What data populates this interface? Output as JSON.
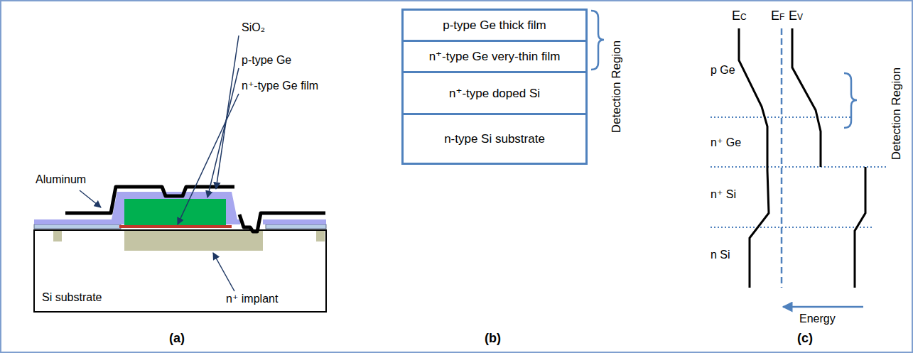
{
  "diagram": {
    "nodes": [
      {
        "text": [
          "Si substrate"
        ]
      },
      {
        "text": [
          "p-type Ge thick film"
        ]
      },
      {
        "text": [
          "n⁺-type Ge very-thin film"
        ]
      },
      {
        "text": [
          "n⁺-type doped  Si"
        ]
      },
      {
        "text": [
          "n-type Si substrate"
        ]
      }
    ],
    "labels": [
      "SiO₂",
      "p-type Ge",
      "n⁺-type Ge film",
      "Aluminum",
      "n⁺ implant",
      "(a)",
      "Detection Region",
      "(b)",
      "EC",
      "EF",
      "EV",
      "p Ge",
      "n⁺ Ge",
      "n⁺ Si",
      "n Si",
      "Detection Region",
      "Energy",
      "(c)"
    ]
  }
}
